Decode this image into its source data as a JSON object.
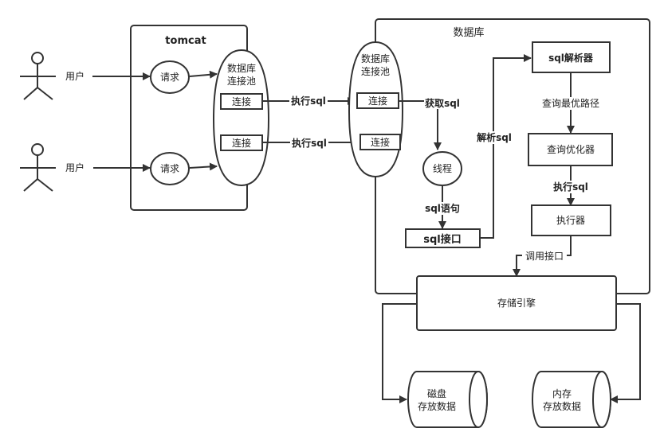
{
  "actors": [
    {
      "label": "用户"
    },
    {
      "label": "用户"
    }
  ],
  "tomcat": {
    "title": "tomcat",
    "requests": [
      {
        "label": "请求"
      },
      {
        "label": "请求"
      }
    ],
    "pool": {
      "title_line1": "数据库",
      "title_line2": "连接池",
      "connections": [
        {
          "label": "连接"
        },
        {
          "label": "连接"
        }
      ]
    }
  },
  "db_pool": {
    "title_line1": "数据库",
    "title_line2": "连接池",
    "connections": [
      {
        "label": "连接"
      },
      {
        "label": "连接"
      }
    ]
  },
  "edges": {
    "exec_sql_1": "执行sql",
    "exec_sql_2": "执行sql",
    "fetch_sql": "获取sql",
    "sql_statement": "sql语句",
    "parse_sql": "解析sql",
    "best_path": "查询最优路径",
    "exec_sql_3": "执行sql",
    "call_interface": "调用接口"
  },
  "database": {
    "title": "数据库",
    "thread": "线程",
    "sql_interface": "sql接口",
    "parser": "sql解析器",
    "optimizer": "查询优化器",
    "executor": "执行器"
  },
  "storage_engine": "存储引擎",
  "disk": {
    "line1": "磁盘",
    "line2": "存放数据"
  },
  "memory": {
    "line1": "内存",
    "line2": "存放数据"
  }
}
